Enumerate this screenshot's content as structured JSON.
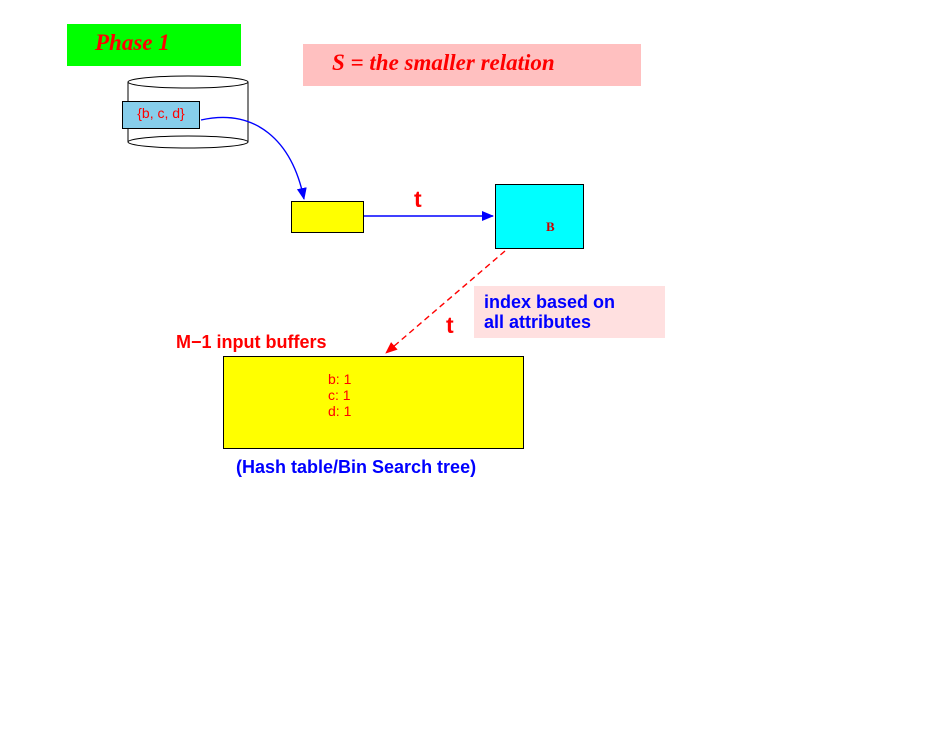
{
  "phase": {
    "label": "Phase 1"
  },
  "relation": {
    "label": "S = the smaller relation"
  },
  "tuple": {
    "label": "{b, c, d}"
  },
  "operator": {
    "subscript": "B"
  },
  "flow": {
    "top_label": "t",
    "middle_label": "t"
  },
  "index_note": {
    "lines": [
      "index based on",
      "all attributes"
    ]
  },
  "buffers": {
    "label": "M−1 input buffers"
  },
  "counts": [
    "b: 1",
    "c: 1",
    "d: 1"
  ],
  "structure": {
    "label": "(Hash table/Bin Search tree)"
  },
  "colors": {
    "phase_bg": "#00ff00",
    "relation_bg": "#ffc0c0",
    "tuple_bg": "#87ceeb",
    "buffer_bg": "#ffff00",
    "operator_bg": "#00ffff",
    "index_bg": "#ffe0e0",
    "arrow_blue": "#0000ff",
    "arrow_red": "#ff0000"
  },
  "icons": {
    "operator_symbol": "intersection-icon",
    "relation_storage": "disk-cylinder-icon"
  }
}
